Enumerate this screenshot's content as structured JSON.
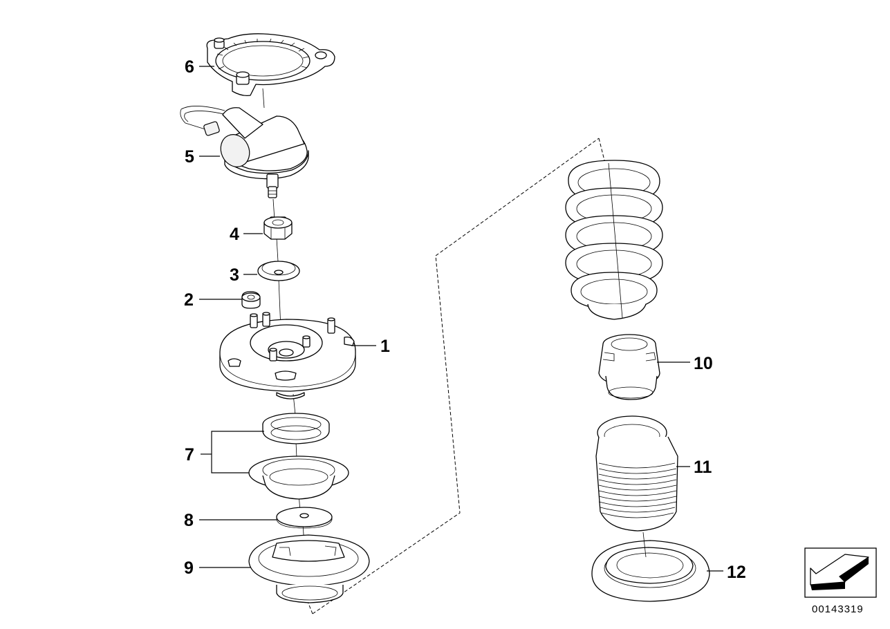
{
  "diagram": {
    "callouts": {
      "c1": "1",
      "c2": "2",
      "c3": "3",
      "c4": "4",
      "c5": "5",
      "c6": "6",
      "c7": "7",
      "c8": "8",
      "c9": "9",
      "c10": "10",
      "c11": "11",
      "c12": "12"
    },
    "reference_number": "00143319"
  }
}
